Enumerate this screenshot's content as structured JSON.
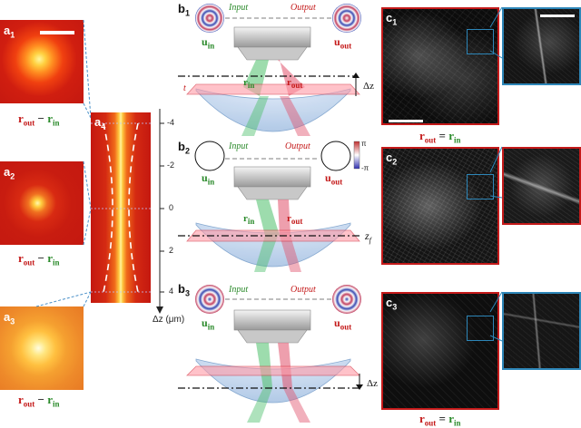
{
  "panels": {
    "a1": {
      "label": "a",
      "sub": "1"
    },
    "a2": {
      "label": "a",
      "sub": "2"
    },
    "a3": {
      "label": "a",
      "sub": "3"
    },
    "a4": {
      "label": "a",
      "sub": "4"
    },
    "b1": {
      "label": "b",
      "sub": "1"
    },
    "b2": {
      "label": "b",
      "sub": "2"
    },
    "b3": {
      "label": "b",
      "sub": "3"
    },
    "c1": {
      "label": "c",
      "sub": "1"
    },
    "c2": {
      "label": "c",
      "sub": "2"
    },
    "c3": {
      "label": "c",
      "sub": "3"
    }
  },
  "captions": {
    "r_out": "r",
    "r_out_sub": "out",
    "r_in": "r",
    "r_in_sub": "in",
    "minus": " − ",
    "equals": " = "
  },
  "axis_a4": {
    "ticks": [
      "-4",
      "-2",
      "0",
      "2",
      "4"
    ],
    "xlabel": "Δz (μm)"
  },
  "b_labels": {
    "input": "Input",
    "output": "Output",
    "u_in": "u",
    "u_in_sub": "in",
    "u_out": "u",
    "u_out_sub": "out",
    "r_in": "r",
    "r_in_sub": "in",
    "r_out": "r",
    "r_out_sub": "out",
    "t": "t",
    "delta_z": "Δz",
    "z_f": "z",
    "z_f_sub": "f",
    "pi_pos": "π",
    "pi_neg": "-π"
  },
  "colors": {
    "red_border": "#c41a1a",
    "blue_border": "#2d86b8",
    "green": "#2a8a2a",
    "red": "#c41a1a"
  }
}
